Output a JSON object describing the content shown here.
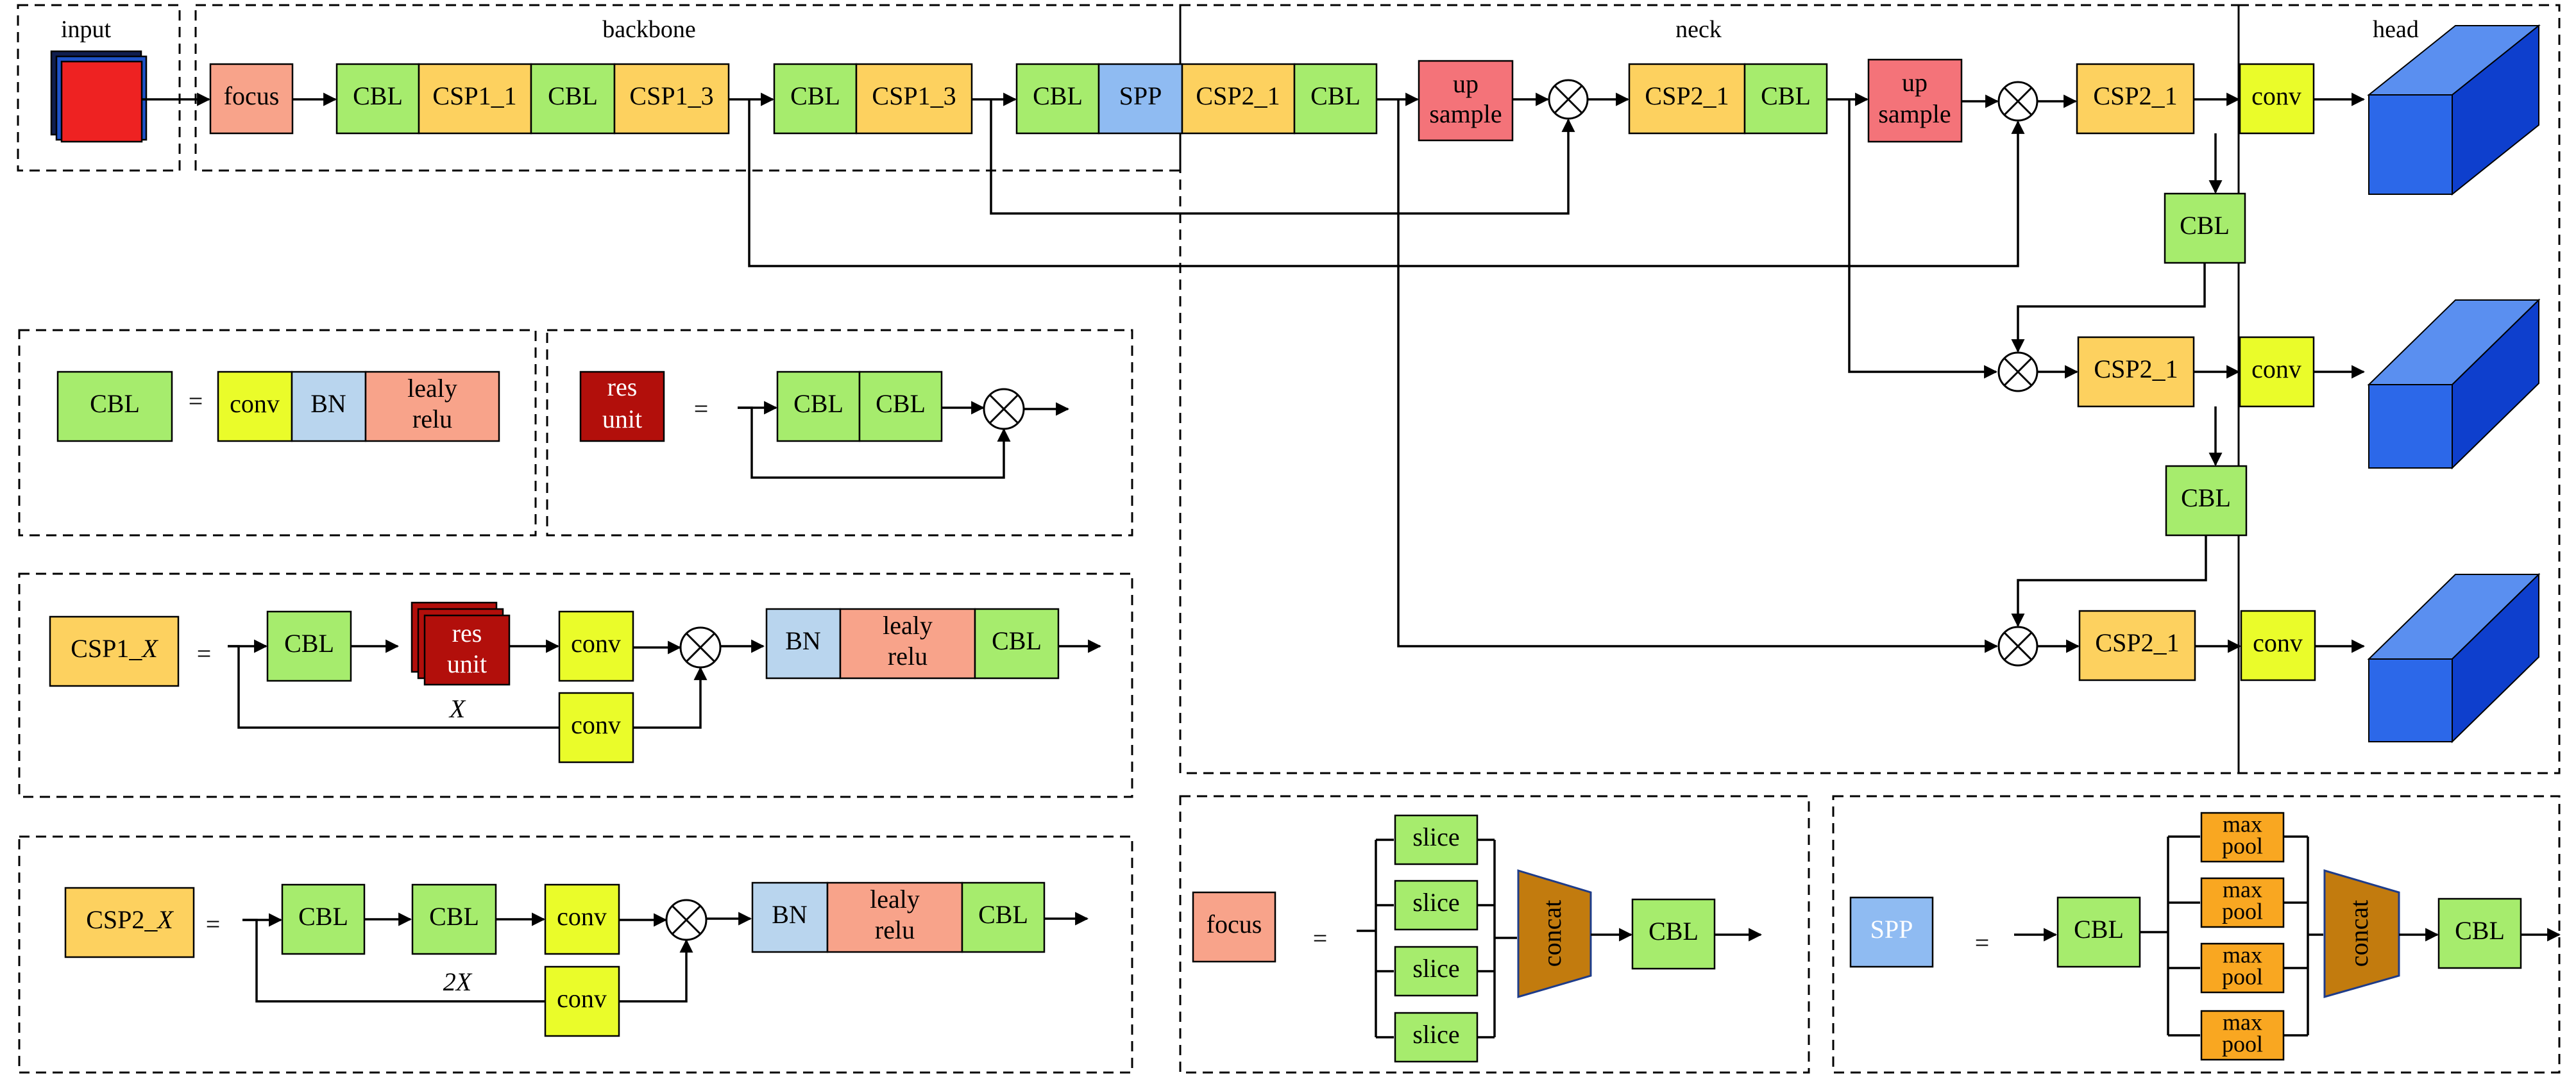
{
  "regions": {
    "input": "input",
    "backbone": "backbone",
    "neck": "neck",
    "head": "head"
  },
  "blocks": {
    "focus": "focus",
    "cbl": "CBL",
    "csp1_1": "CSP1_1",
    "csp1_3": "CSP1_3",
    "spp": "SPP",
    "csp2_1": "CSP2_1",
    "up": "up",
    "sample": "sample",
    "conv": "conv",
    "bn": "BN",
    "lealy": "lealy",
    "relu": "relu",
    "res": "res",
    "unit": "unit",
    "slice": "slice",
    "concat": "concat",
    "max": "max",
    "pool": "pool",
    "csp1_x_prefix": "CSP1_",
    "csp2_x_prefix": "CSP2_",
    "x": "X",
    "two_x": "2X",
    "equals": "="
  },
  "colors": {
    "green": "#a6ec6d",
    "orange": "#fdd15f",
    "salmon": "#f8a38a",
    "blue_light": "#b9d5ee",
    "blue_spp": "#8fbbf2",
    "yellow": "#eafc2a",
    "red_up": "#f47379",
    "dark_red": "#b20f0b",
    "concat": "#c27b0e",
    "maxpool": "#f9a721",
    "cube_front": "#2c68e9",
    "cube_top": "#5a8ff0",
    "cube_side": "#0e3fcd",
    "stack_red": "#ee2222",
    "stack_blue": "#1e52c7",
    "stack_dark": "#101e4f"
  }
}
